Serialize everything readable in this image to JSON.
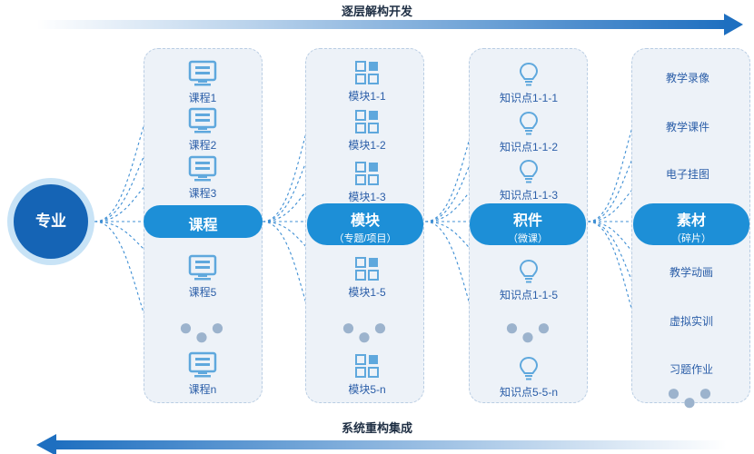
{
  "header": {
    "label": "逐层解构开发"
  },
  "footer": {
    "label": "系统重构集成"
  },
  "major": {
    "label": "专业"
  },
  "courses": {
    "title": "课程",
    "items": [
      "课程1",
      "课程2",
      "课程3",
      "课程5",
      "课程n"
    ],
    "ellipsis": "● ● ●"
  },
  "modules": {
    "title": "模块",
    "subtitle": "（专题/项目）",
    "items": [
      "模块1-1",
      "模块1-2",
      "模块1-3",
      "模块1-5",
      "模块5-n"
    ],
    "ellipsis": "● ● ●"
  },
  "units": {
    "title": "积件",
    "subtitle": "（微课）",
    "items": [
      "知识点1-1-1",
      "知识点1-1-2",
      "知识点1-1-3",
      "知识点1-1-5",
      "知识点5-5-n"
    ],
    "ellipsis": "● ● ●"
  },
  "materials": {
    "title": "素材",
    "subtitle": "（碎片）",
    "items": [
      "教学录像",
      "教学课件",
      "电子挂图",
      "教学动画",
      "虚拟实训",
      "习题作业"
    ],
    "ellipsis": "● ● ●"
  },
  "colors": {
    "primary": "#1d8fd7",
    "major": "#1564b5",
    "column_bg": "#edf2f8",
    "text": "#2b5ea8"
  },
  "icons": {
    "course": "monitor-icon",
    "module": "grid-icon",
    "unit": "lightbulb-icon"
  }
}
